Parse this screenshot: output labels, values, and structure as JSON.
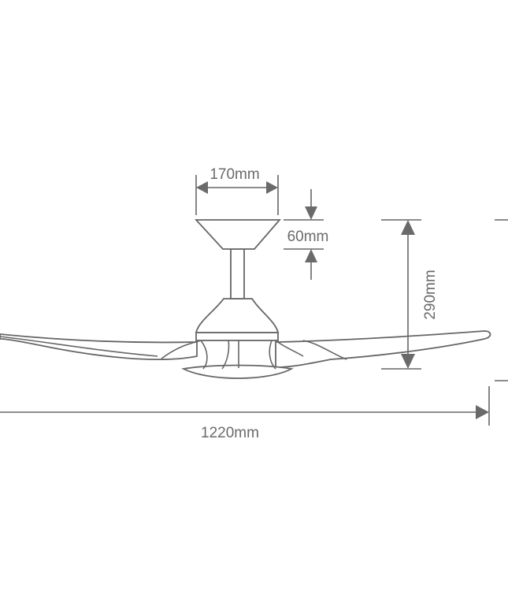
{
  "dimensions": {
    "canopy_width": "170mm",
    "canopy_height": "60mm",
    "overall_height": "290mm",
    "blade_span": "1220mm"
  },
  "colors": {
    "line": "#666666",
    "background": "#ffffff"
  }
}
